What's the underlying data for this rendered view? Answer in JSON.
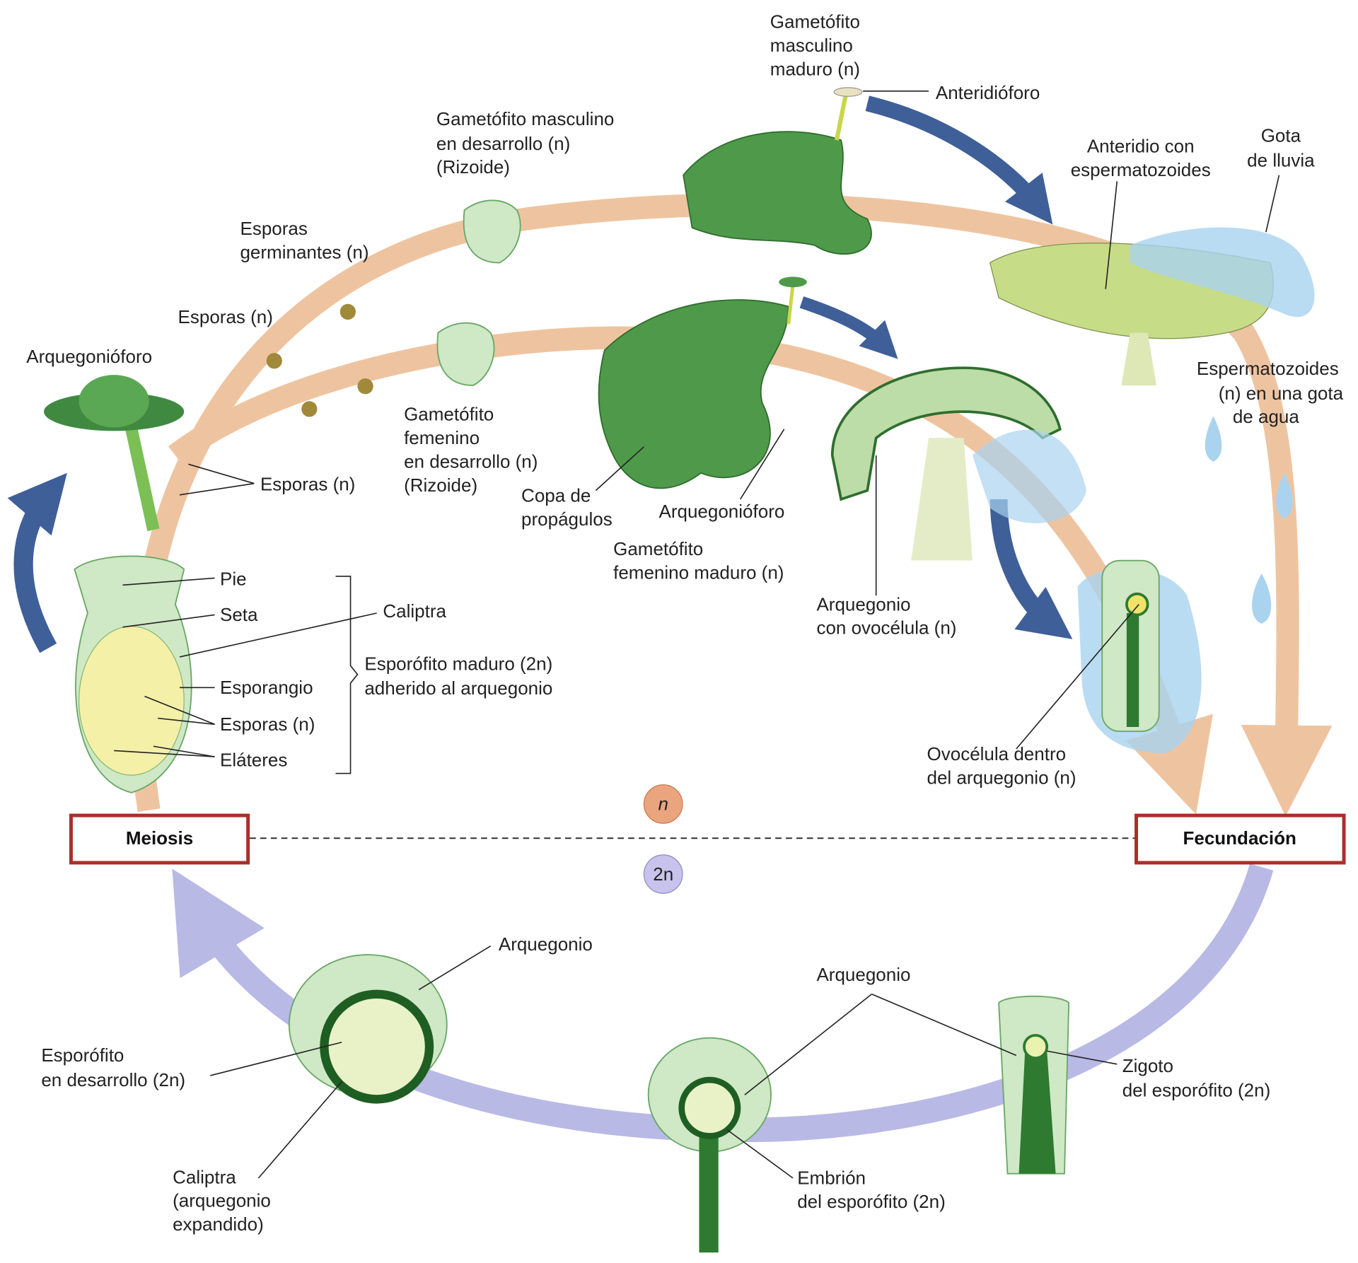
{
  "colors": {
    "haploid_arc": "#eec4a0",
    "diploid_arc": "#b9b9e6",
    "blue_arrow": "#3f5f98",
    "box_border": "#a8302a",
    "plant_green": "#4f9a4a",
    "water": "#a9d3ef"
  },
  "phases": {
    "meiosis": "Meiosis",
    "fecundacion": "Fecundación",
    "haploid": "n",
    "diploid": "2n"
  },
  "labels": {
    "gam_masc_maduro": [
      "Gametófito",
      "masculino",
      "maduro (n)"
    ],
    "anteridioforo": "Anteridióforo",
    "gam_masc_desarrollo": [
      "Gametófito masculino",
      "en desarrollo (n)",
      "(Rizoide)"
    ],
    "anteridio": [
      "Anteridio con",
      "espermatozoides"
    ],
    "gota": [
      "Gota",
      "de lluvia"
    ],
    "esporas_germinantes": [
      "Esporas",
      "germinantes (n)"
    ],
    "esporas_top": "Esporas (n)",
    "arquegonioforo_left": "Arquegonióforo",
    "gam_fem_desarrollo": [
      "Gametófito",
      "femenino",
      "en desarrollo (n)",
      "(Rizoide)"
    ],
    "espermatozoides": [
      "Espermatozoides",
      "(n) en una gota",
      "de agua"
    ],
    "esporas_mid": "Esporas (n)",
    "copa": [
      "Copa de",
      "propágulos"
    ],
    "arquegonioforo_mid": "Arquegonióforo",
    "gam_fem_maduro": [
      "Gametófito",
      "femenino maduro (n)"
    ],
    "pie": "Pie",
    "seta": "Seta",
    "caliptra_top": "Caliptra",
    "arquegonio_ovocelula": [
      "Arquegonio",
      "con ovocélula (n)"
    ],
    "esporofito_maduro": [
      "Esporófito maduro (2n)",
      "adherido al arquegonio"
    ],
    "esporangio": "Esporangio",
    "esporas_esporangio": "Esporas (n)",
    "elateres": "Eláteres",
    "ovocelula_dentro": [
      "Ovocélula dentro",
      "del arquegonio (n)"
    ],
    "arquegonio_left": "Arquegonio",
    "arquegonio_right": "Arquegonio",
    "esporofito_desarrollo": [
      "Esporófito",
      "en desarrollo (2n)"
    ],
    "zigoto": [
      "Zigoto",
      "del esporófito (2n)"
    ],
    "caliptra_bottom": [
      "Caliptra",
      "(arquegonio",
      "expandido)"
    ],
    "embrion": [
      "Embrión",
      "del esporófito (2n)"
    ]
  }
}
